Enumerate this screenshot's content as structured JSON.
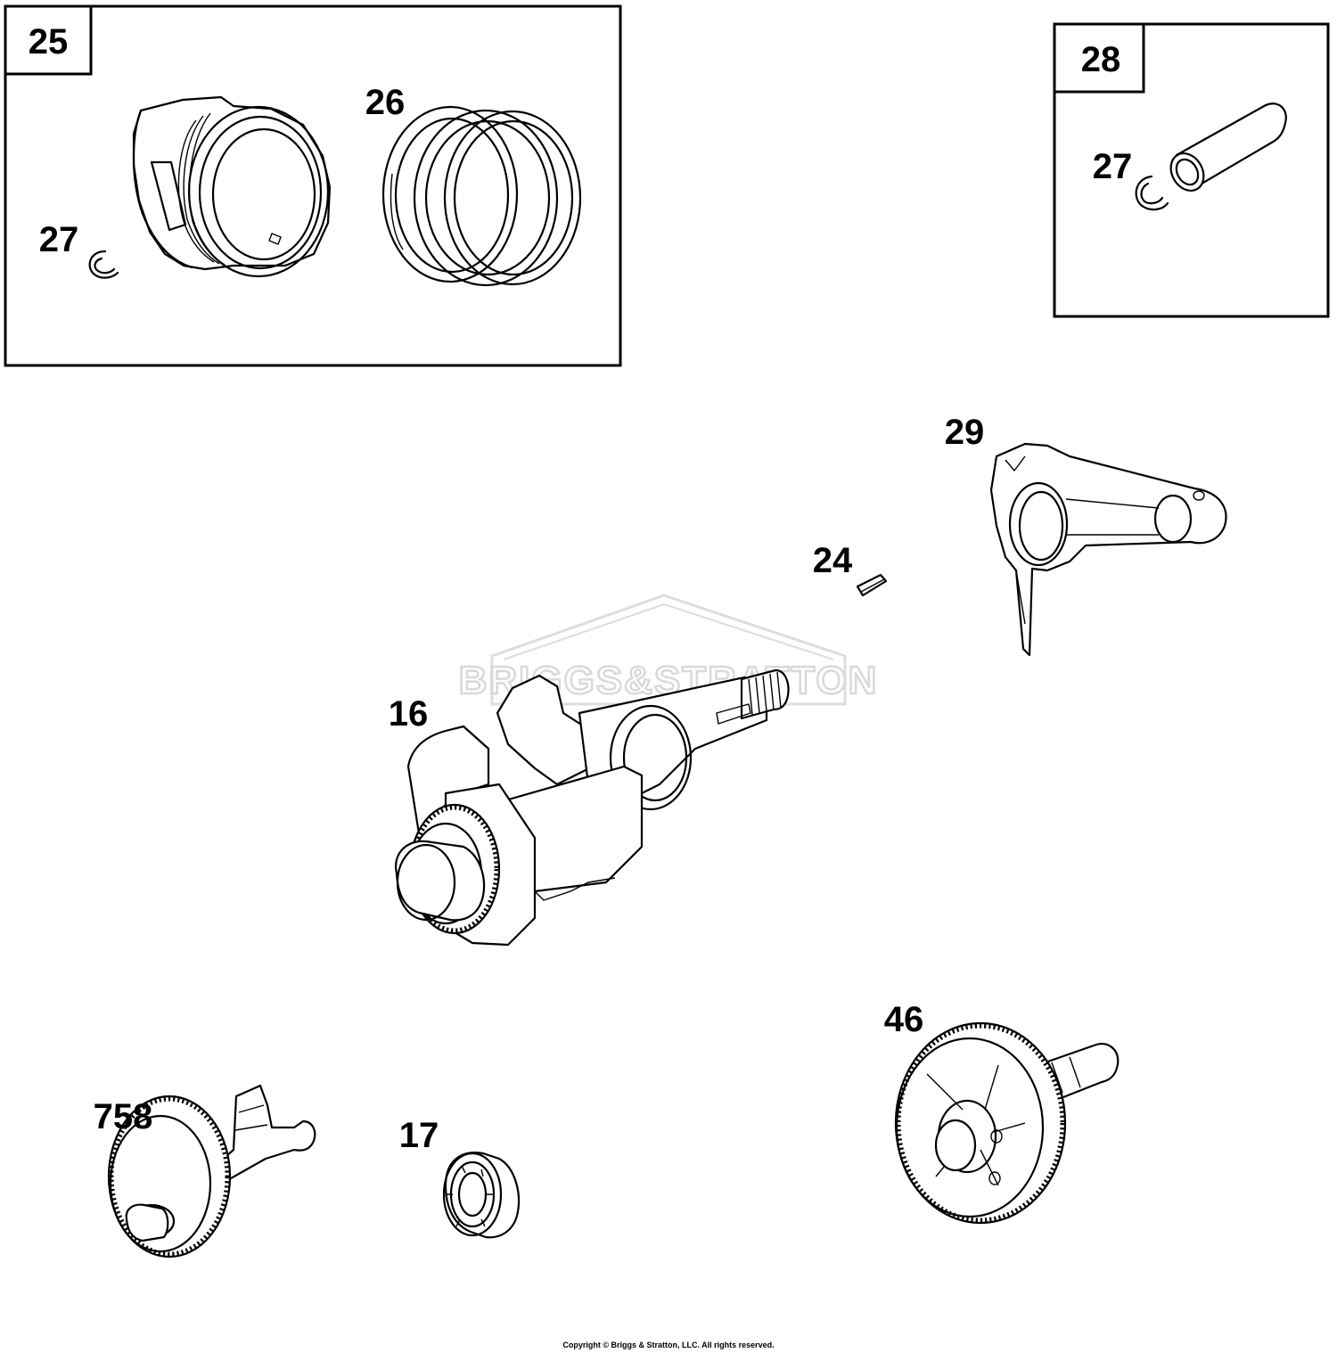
{
  "watermark": "BRIGGS&STRATTON",
  "copyright": "Copyright © Briggs & Stratton, LLC. All rights reserved.",
  "boxes": {
    "piston_assembly": {
      "number": "25"
    },
    "pin_assembly": {
      "number": "28"
    }
  },
  "callouts": {
    "piston_ring_set": "26",
    "piston_retainer_left": "27",
    "piston_retainer_right": "27",
    "connecting_rod": "29",
    "crankshaft_key": "24",
    "crankshaft": "16",
    "camshaft": "46",
    "balance_shaft": "758",
    "bearing": "17"
  }
}
